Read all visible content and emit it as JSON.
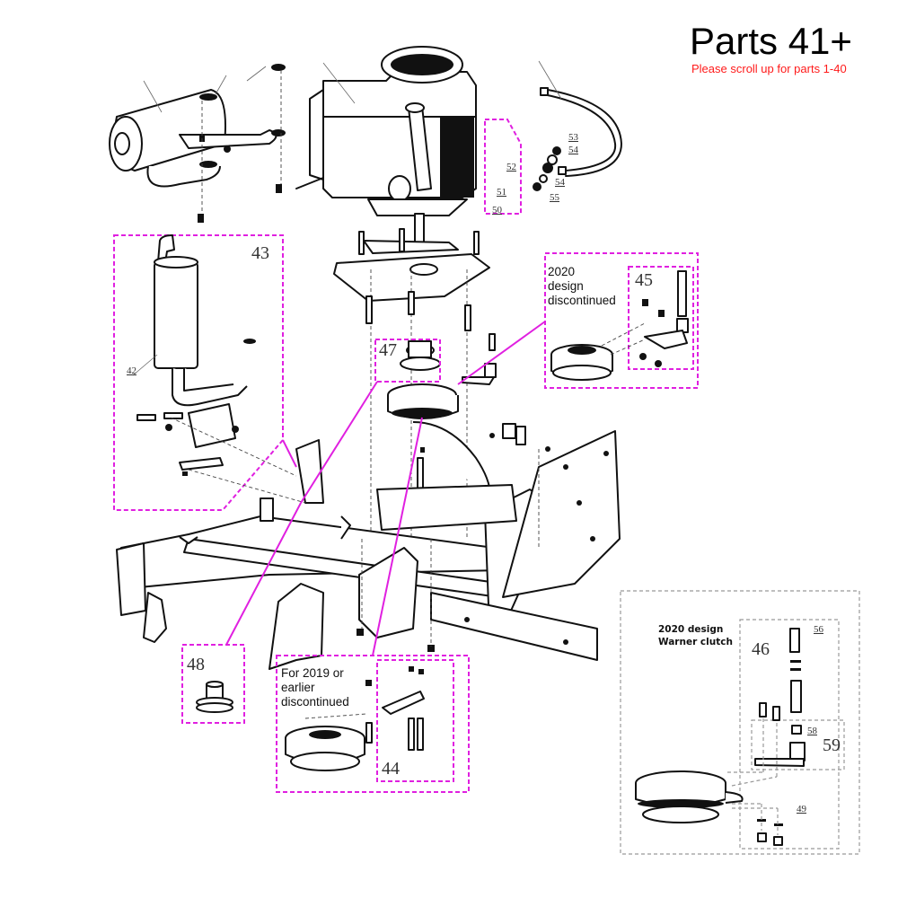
{
  "header": {
    "title": "Parts 41+",
    "subtitle": "Please scroll up for parts 1-40"
  },
  "colors": {
    "callout_box": "#e020e0",
    "title_text": "#000000",
    "subtitle_text": "#ff1a1a",
    "line_art": "#111111",
    "warner_box": "#999999"
  },
  "callouts": {
    "box_43": {
      "label": "43"
    },
    "part_42": {
      "label": "42"
    },
    "box_45": {
      "label": "45",
      "note": [
        "2020",
        "design",
        "discontinued"
      ]
    },
    "box_47": {
      "label": "47"
    },
    "box_48": {
      "label": "48"
    },
    "box_44": {
      "label": "44",
      "note": [
        "For 2019 or",
        "earlier",
        "discontinued"
      ]
    },
    "box_50_52": {
      "labels": [
        "50",
        "51",
        "52"
      ]
    },
    "fuel_line_parts": {
      "labels": [
        "53",
        "54",
        "54",
        "55"
      ]
    },
    "warner": {
      "note": [
        "2020 design",
        "Warner clutch"
      ],
      "box_46": "46",
      "box_59": "59",
      "part_56": "56",
      "part_58": "58",
      "part_49": "49"
    }
  }
}
